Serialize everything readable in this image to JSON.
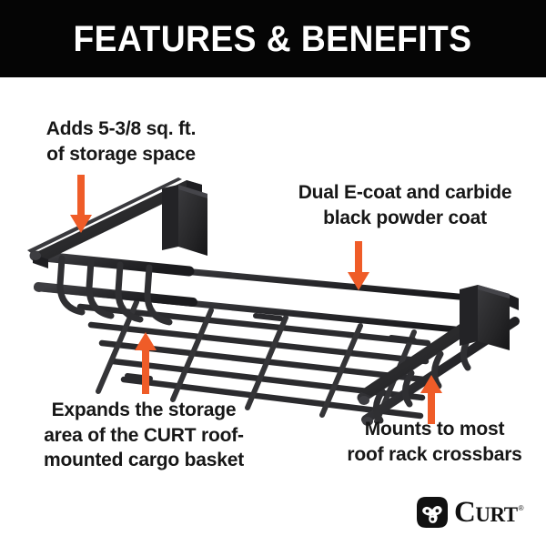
{
  "header": {
    "title": "FEATURES & BENEFITS",
    "background_color": "#050505",
    "text_color": "#ffffff"
  },
  "accent_color": "#ef5c28",
  "product_color": "#2e2e30",
  "callouts": [
    {
      "id": "adds-storage",
      "text": "Adds 5-3/8 sq. ft.\nof storage space",
      "arrow_direction": "down",
      "position": "top-left"
    },
    {
      "id": "dual-e-coat",
      "text": "Dual E-coat and carbide\nblack powder coat",
      "arrow_direction": "down",
      "position": "top-right"
    },
    {
      "id": "expands-storage",
      "text": "Expands the storage\narea of the CURT roof-\nmounted cargo basket",
      "arrow_direction": "up",
      "position": "bottom-left"
    },
    {
      "id": "mounts-crossbars",
      "text": "Mounts to most\nroof rack crossbars",
      "arrow_direction": "up",
      "position": "bottom-right"
    }
  ],
  "product": {
    "name": "roof-mounted cargo basket extension",
    "finish": "carbide black powder coat"
  },
  "logo": {
    "wordmark": "Curt",
    "trademark": "®",
    "mark_name": "curt-pinwheel-mark"
  }
}
